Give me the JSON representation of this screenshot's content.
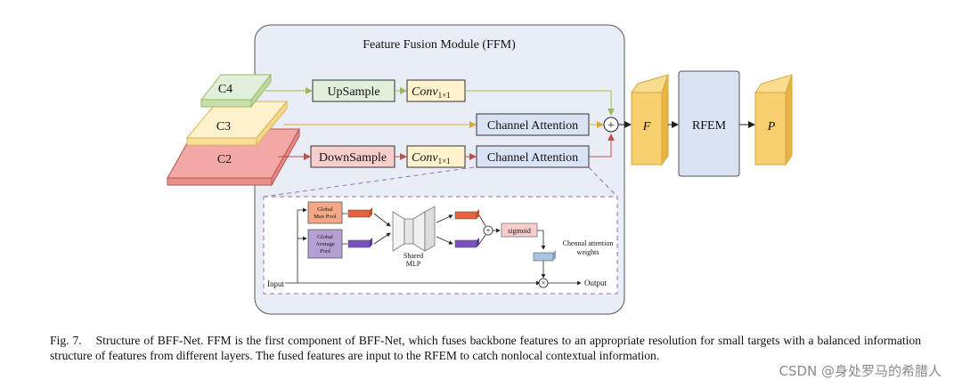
{
  "ffm": {
    "title": "Feature Fusion Module (FFM)",
    "blocks": {
      "c4": "C4",
      "c3": "C3",
      "c2": "C2",
      "upsample": "UpSample",
      "downsample": "DownSample",
      "conv_main": "Conv",
      "conv_sub": "1×1",
      "channel_attention": "Channel Attention",
      "plus_symbol": "+"
    }
  },
  "outputs": {
    "f": "F",
    "rfem": "RFEM",
    "p": "P"
  },
  "attention_detail": {
    "input": "Input",
    "output": "Output",
    "global_max_pool": [
      "Global",
      "Max Pool"
    ],
    "global_average_pool": [
      "Global",
      "Average",
      "Pool"
    ],
    "shared_mlp": [
      "Shared",
      "MLP"
    ],
    "sigmoid": "sigmoid",
    "weights": [
      "Chennal attention",
      "weights"
    ],
    "plus_symbol": "+",
    "times_symbol": "×"
  },
  "caption": {
    "label": "Fig. 7.",
    "text": "Structure of BFF-Net. FFM is the first component of BFF-Net, which fuses backbone features to an appropriate resolution for small targets with a balanced information structure of features from different layers. The fused features are input to the RFEM to catch nonlocal contextual information."
  },
  "watermark": "CSDN @身处罗马的希腊人",
  "colors": {
    "ffm_bg": "#e9eef6",
    "green": "#e2efda",
    "green_edge": "#9bbb59",
    "yellow": "#fff2cc",
    "yellow_edge": "#d6b656",
    "red": "#f8cecc",
    "red_edge": "#b85450",
    "attn": "#dae3f3",
    "orange_feat": "#f2c057",
    "dashed": "#9b6bbd"
  }
}
